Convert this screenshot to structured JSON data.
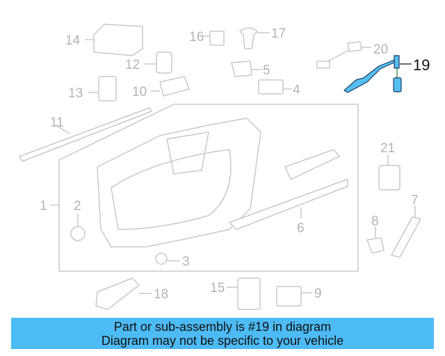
{
  "callouts": {
    "c1": "1",
    "c2": "2",
    "c3": "3",
    "c4": "4",
    "c5": "5",
    "c6": "6",
    "c7": "7",
    "c8": "8",
    "c9": "9",
    "c10": "10",
    "c11": "11",
    "c12": "12",
    "c13": "13",
    "c14": "14",
    "c15": "15",
    "c16": "16",
    "c17": "17",
    "c18": "18",
    "c19": "19",
    "c20": "20",
    "c21": "21"
  },
  "highlighted_part": "19",
  "colors": {
    "highlight": "#55bff0",
    "banner": "#4dbbf5",
    "lineart": "#c8c8c8"
  },
  "banner": {
    "line1": "Part or sub-assembly is #19 in diagram",
    "line2": "Diagram may not be specific to your vehicle"
  }
}
